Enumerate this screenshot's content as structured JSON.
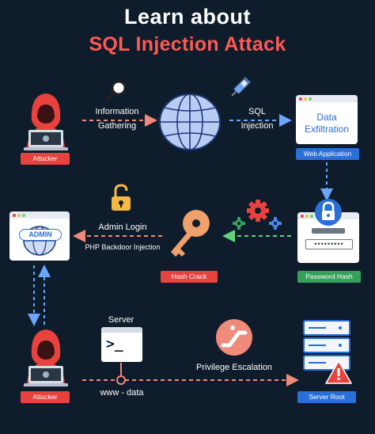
{
  "title": {
    "line1": "Learn about",
    "line2": "SQL Injection Attack"
  },
  "nodes": {
    "attacker_top": {
      "label": "Attacker"
    },
    "information_gathering": {
      "line1": "Information",
      "line2": "Gathering"
    },
    "sql_injection": {
      "line1": "SQL",
      "line2": "Injection"
    },
    "web_application": {
      "label": "Web Application",
      "card_line1": "Data",
      "card_line2": "Exfiltration"
    },
    "password_hash": {
      "label": "Password Hash"
    },
    "hash_crack": {
      "label": "Hash Crack"
    },
    "admin_login": {
      "label": "Admin Login",
      "sublabel": "PHP Backdoor Injection"
    },
    "admin_panel": {
      "badge": "ADMIN"
    },
    "attacker_bottom": {
      "label": "Attacker"
    },
    "server": {
      "label": "Server",
      "prompt": ">_"
    },
    "www_data": {
      "label": "www - data"
    },
    "privilege_escalation": {
      "label": "Privilege Escalation"
    },
    "server_root": {
      "label": "Server Root"
    }
  },
  "colors": {
    "background": "#0f1c2b",
    "accent_red": "#e8423f",
    "title_red": "#ff5a54",
    "accent_blue": "#2a6fd6",
    "arrow_red": "#f08a7a",
    "arrow_blue": "#6aa6ff",
    "arrow_green": "#5fd27a",
    "key_orange": "#f0a06a"
  },
  "icons": {
    "attacker": "hooded-hacker-icon",
    "magnifier": "magnifier-icon",
    "globe": "globe-icon",
    "syringe": "syringe-icon",
    "padlock_open": "open-padlock-icon",
    "key": "key-icon",
    "gears": "gears-icon",
    "padlock_closed": "closed-padlock-icon",
    "terminal": "terminal-icon",
    "escalator": "escalator-icon",
    "server_rack": "server-rack-icon",
    "warning": "warning-icon"
  }
}
